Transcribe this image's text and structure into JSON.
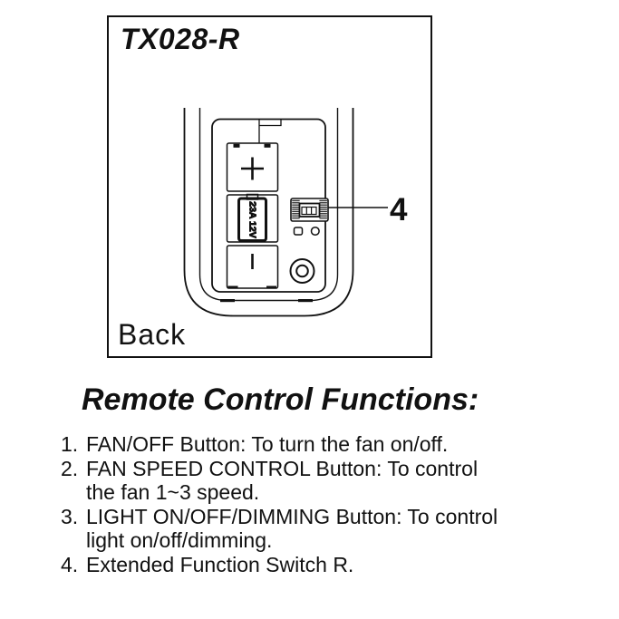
{
  "colors": {
    "ink": "#111111",
    "paper": "#ffffff"
  },
  "diagram": {
    "model": "TX028-R",
    "view_label": "Back",
    "battery_label": "23A 12V",
    "callout_number": "4"
  },
  "heading": "Remote Control Functions:",
  "functions": {
    "items": [
      {
        "number": "1.",
        "text": "FAN/OFF Button: To turn the fan on/off."
      },
      {
        "number": "2.",
        "text": "FAN SPEED CONTROL Button: To control\nthe fan 1~3 speed."
      },
      {
        "number": "3.",
        "text": "LIGHT ON/OFF/DIMMING Button: To control\nlight on/off/dimming."
      },
      {
        "number": "4.",
        "text": "Extended Function Switch R."
      }
    ]
  }
}
